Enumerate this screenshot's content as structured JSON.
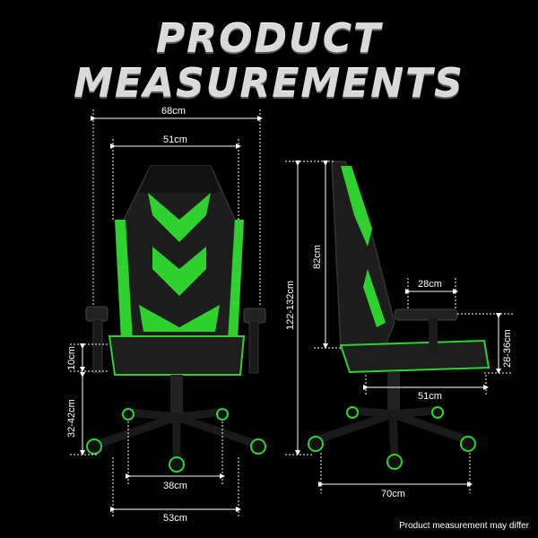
{
  "title": {
    "line1": "PRODUCT",
    "line2": "MEASUREMENTS"
  },
  "front_view": {
    "overall_width": "68cm",
    "seat_width": "51cm",
    "armrest_height": "10cm",
    "seat_height": "32-42cm",
    "base_inner": "38cm",
    "base_outer": "53cm"
  },
  "side_view": {
    "total_height": "122-132cm",
    "backrest_height": "82cm",
    "armrest_width": "28cm",
    "armrest_height_range": "28-36cm",
    "seat_depth": "51cm",
    "base_depth": "70cm"
  },
  "footer_note": "Product measurement may differ",
  "colors": {
    "accent": "#2fd12f",
    "background": "#000000",
    "chair_body": "#1a1a1a"
  }
}
